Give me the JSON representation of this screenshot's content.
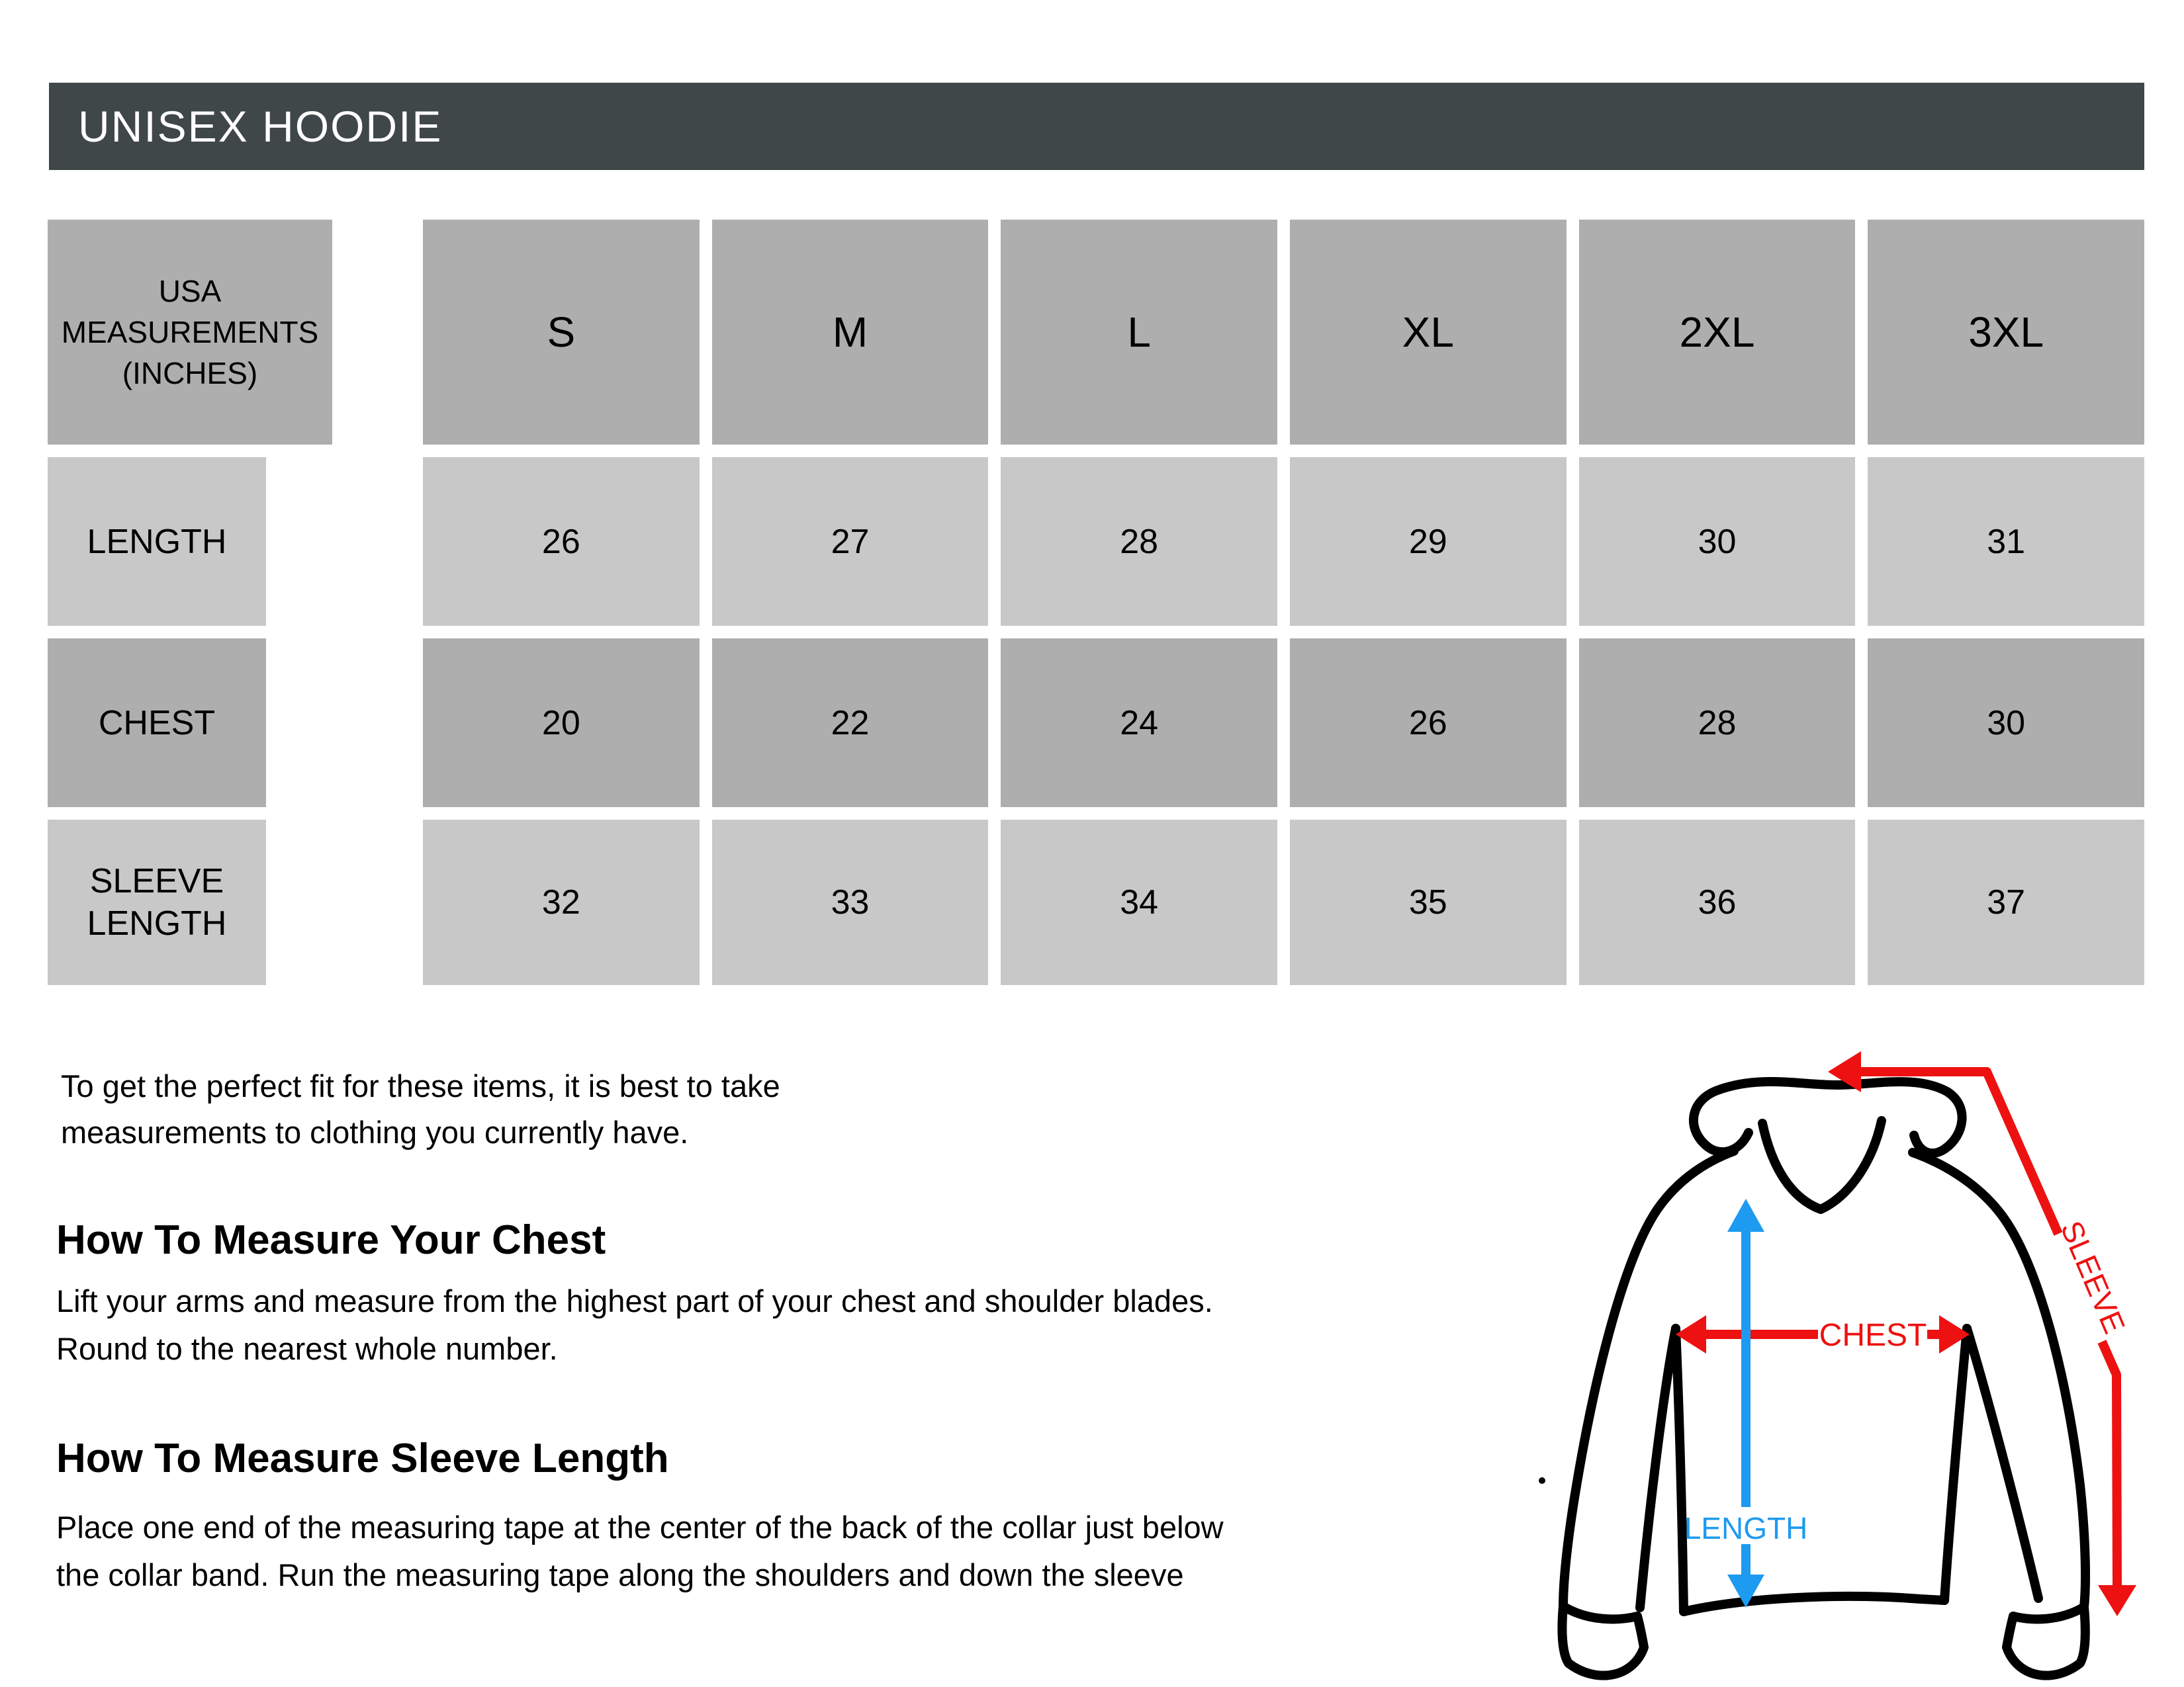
{
  "header": {
    "title": "UNISEX HOODIE"
  },
  "table": {
    "header": {
      "label": "USA MEASUREMENTS (INCHES)",
      "sizes": [
        "S",
        "M",
        "L",
        "XL",
        "2XL",
        "3XL"
      ]
    },
    "rows": [
      {
        "label": "LENGTH",
        "values": [
          "26",
          "27",
          "28",
          "29",
          "30",
          "31"
        ]
      },
      {
        "label": "CHEST",
        "values": [
          "20",
          "22",
          "24",
          "26",
          "28",
          "30"
        ]
      },
      {
        "label": "SLEEVE LENGTH",
        "values": [
          "32",
          "33",
          "34",
          "35",
          "36",
          "37"
        ]
      }
    ]
  },
  "notes": {
    "intro": {
      "line1": "To get the perfect fit for these items, it is best to take",
      "line2": "measurements to clothing you currently have."
    },
    "chest": {
      "heading": "How To Measure Your Chest",
      "line1": "Lift your arms and measure from the highest part of your chest and shoulder blades.",
      "line2": "Round to the nearest whole number."
    },
    "sleeve": {
      "heading": "How To Measure Sleeve Length",
      "line1": "Place one end of the measuring tape at the center of the back of the collar just below",
      "line2": "the collar band. Run the measuring tape along the shoulders and down the sleeve"
    }
  },
  "diagram": {
    "labels": {
      "sleeve": "SLEEVE",
      "chest": "CHEST",
      "length": "LENGTH"
    }
  },
  "colors": {
    "title_bar": "#404748",
    "cell_dark": "#AEAEAE",
    "cell_light": "#C8C8C8",
    "arrow_red": "#EE1111",
    "arrow_blue": "#1E9AF0"
  }
}
